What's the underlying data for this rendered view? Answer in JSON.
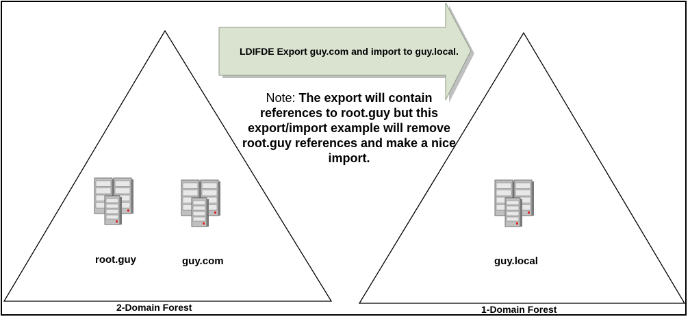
{
  "arrow": {
    "label": "LDIFDE Export guy.com and import to guy.local.",
    "fill_color": "#d9e3d0"
  },
  "note": {
    "prefix": "Note:",
    "body": "The export will contain references to root.guy but this export/import example will remove root.guy references and make a nice import."
  },
  "forests": [
    {
      "label": "2-Domain Forest",
      "domains": [
        "root.guy",
        "guy.com"
      ]
    },
    {
      "label": "1-Domain Forest",
      "domains": [
        "guy.local"
      ]
    }
  ],
  "icons": {
    "server": "server-cluster-icon",
    "arrow": "arrow-right-icon"
  },
  "colors": {
    "server_body": "#c0c0c0",
    "server_light": "#e8e8e8",
    "server_led": "#e02020"
  }
}
